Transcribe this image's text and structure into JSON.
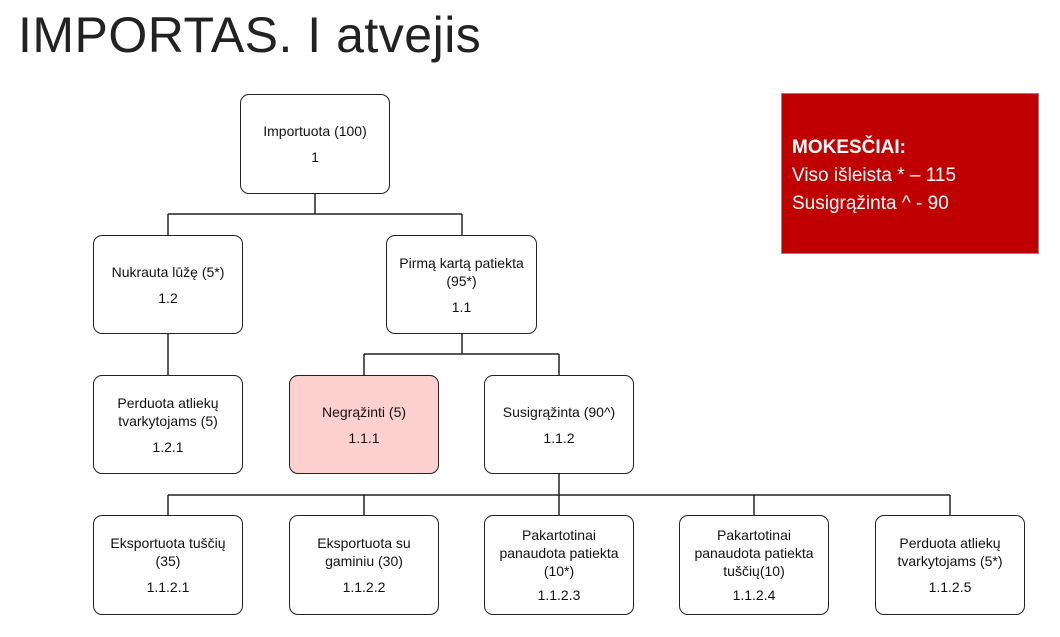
{
  "title": "IMPORTAS. I atvejis",
  "taxes": {
    "heading": "MOKESČIAI:",
    "line1": "Viso išleista * – 115",
    "line2": "Susigrąžinta ^ - 90",
    "color": "#c00000"
  },
  "nodes": {
    "n1": {
      "label": "Importuota (100)",
      "code": "1"
    },
    "n1_2": {
      "label": "Nukrauta lūžę (5*)",
      "code": "1.2"
    },
    "n1_1": {
      "label": "Pirmą kartą patiekta (95*)",
      "code": "1.1"
    },
    "n1_2_1": {
      "label": "Perduota atliekų tvarkytojams (5)",
      "code": "1.2.1"
    },
    "n1_1_1": {
      "label": "Negrąžinti (5)",
      "code": "1.1.1"
    },
    "n1_1_2": {
      "label": "Susigrąžinta (90^)",
      "code": "1.1.2"
    },
    "n1_1_2_1": {
      "label": "Eksportuota tuščių (35)",
      "code": "1.1.2.1"
    },
    "n1_1_2_2": {
      "label": "Eksportuota su gaminiu (30)",
      "code": "1.1.2.2"
    },
    "n1_1_2_3": {
      "label": "Pakartotinai panaudota patiekta (10*)",
      "code": "1.1.2.3"
    },
    "n1_1_2_4": {
      "label": "Pakartotinai panaudota patiekta tuščių(10)",
      "code": "1.1.2.4"
    },
    "n1_1_2_5": {
      "label": "Perduota atliekų tvarkytojams (5*)",
      "code": "1.1.2.5"
    }
  },
  "highlight_color": "#fdd0d0"
}
